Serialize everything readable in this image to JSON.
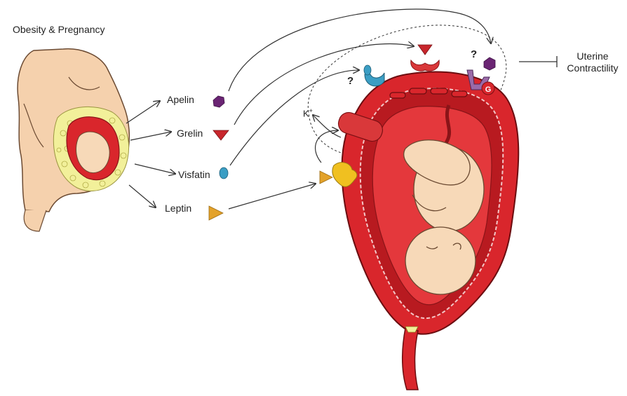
{
  "title": "Obesity & Pregnancy",
  "hormones": [
    {
      "label": "Apelin",
      "marker": "hexagon",
      "color": "#6a2473"
    },
    {
      "label": "Grelin",
      "marker": "triangle-down",
      "color": "#c8262c"
    },
    {
      "label": "Visfatin",
      "marker": "teardrop",
      "color": "#3b9ec4"
    },
    {
      "label": "Leptin",
      "marker": "triangle-right",
      "color": "#e3a22a"
    }
  ],
  "outcome": {
    "line1": "Uterine",
    "line2": "Contractility"
  },
  "unknown_marks": [
    "?",
    "?"
  ],
  "ion_label": "K",
  "ion_charge": "+",
  "colors": {
    "uterus": "#d9262c",
    "uterus_dark": "#a1161b",
    "fetus": "#f7d9b8",
    "fat": "#f2f09a",
    "skin": "#f5d1ad",
    "arrow": "#333333"
  }
}
